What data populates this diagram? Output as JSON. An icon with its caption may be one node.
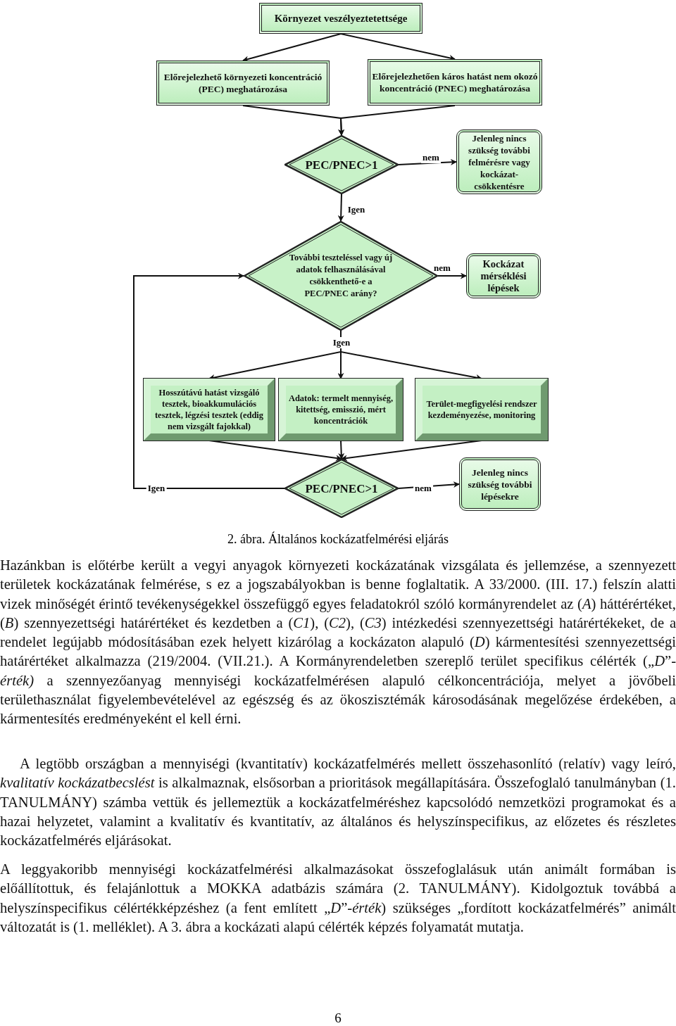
{
  "diagram": {
    "caption": "2. ábra. Általános kockázatfelmérési eljárás",
    "nodes": [
      {
        "text": [
          "Környezet veszélyeztetettsége"
        ]
      },
      {
        "text": [
          "Előrejelezhető környezeti koncentráció (PEC) meghatározása"
        ]
      },
      {
        "text": [
          "Előrejelezhetően káros hatást nem okozó koncentráció (PNEC) meghatározása"
        ]
      },
      {
        "text": [
          "PEC/PNEC>1"
        ]
      },
      {
        "text": [
          "Jelenleg nincs szükség további felmérésre vagy kockázat-csökkentésre"
        ]
      },
      {
        "text": [
          "További teszteléssel vagy új adatok felhasználásával csökkenthető-e a PEC/PNEC arány?"
        ]
      },
      {
        "text": [
          "Kockázat mérséklési lépések"
        ]
      },
      {
        "text": [
          "Hosszútávú hatást vizsgáló tesztek, bioakkumulációs tesztek, légzési tesztek (eddig nem vizsgált fajokkal)"
        ]
      },
      {
        "text": [
          "Adatok: termelt mennyiség, kitettség, emisszió, mért koncentrációk"
        ]
      },
      {
        "text": [
          "Terület-megfigyelési rendszer kezdeményezése, monitoring"
        ]
      },
      {
        "text": [
          "PEC/PNEC>1"
        ]
      },
      {
        "text": [
          "Jelenleg nincs szükség további lépésekre"
        ]
      }
    ],
    "edges": [
      {
        "from": 0,
        "to": 1,
        "arrow": "to"
      },
      {
        "from": 0,
        "to": 2,
        "arrow": "to"
      },
      {
        "from": 1,
        "to": 3,
        "arrow": "to"
      },
      {
        "from": 2,
        "to": 3,
        "arrow": "to"
      },
      {
        "from": 3,
        "to": 4,
        "arrow": "to",
        "label": "nem"
      },
      {
        "from": 3,
        "to": 5,
        "arrow": "to",
        "label": "Igen"
      },
      {
        "from": 5,
        "to": 6,
        "arrow": "to",
        "label": "nem"
      },
      {
        "from": 5,
        "to": 7,
        "arrow": "to"
      },
      {
        "from": 5,
        "to": 8,
        "arrow": "to",
        "label": "Igen"
      },
      {
        "from": 5,
        "to": 9,
        "arrow": "to"
      },
      {
        "from": 7,
        "to": 10,
        "arrow": "to"
      },
      {
        "from": 8,
        "to": 10,
        "arrow": "to"
      },
      {
        "from": 9,
        "to": 10,
        "arrow": "to"
      },
      {
        "from": 10,
        "to": 11,
        "arrow": "to",
        "label": "nem"
      },
      {
        "from": 10,
        "to": 5,
        "arrow": "to",
        "label": "Igen"
      }
    ],
    "labels": [
      "Hazánkban is előtérbe került a vegyi anyagok környezeti kockázatának vizsgálata és jellemzése, a szennyezett területek kockázatának felmérése, s ez a jogszabályokban is benne foglaltatik. A 33/2000. (III. 17.) felszín alatti vizek minőségét érintő tevékenységekkel összefüggő egyes feladatokról szóló kormányrendelet az (*A*) háttérértéket, (*B*) szennyezettségi határértéket és kezdetben a (*C1*), (*C2*), (*C3*) intézkedési szennyezettségi határértékeket, de a rendelet legújabb módosításában ezek helyett kizárólag a kockázaton alapuló (*D*) kármentesítési szennyezettségi határértéket alkalmazza (219/2004. (VII.21.). A Kormányrendeletben szereplő terület specifikus célérték („*D*”*-érték)* a szennyezőanyag mennyiségi kockázatfelmérésen alapuló célkoncentrációja, melyet a jövőbeli területhasználat figyelembevételével az egészség és az ökoszisztémák károsodásának megelőzése érdekében, a kármentesítés eredményeként el kell érni.",
      "A legtöbb országban a mennyiségi (kvantitatív) kockázatfelmérés mellett összehasonlító (relatív) vagy leíró, *kvalitatív kockázatbecslést* is alkalmaznak, elsősorban a prioritások megállapítására. Összefoglaló tanulmányban (1. TANULMÁNY) számba vettük és jellemeztük a kockázatfelméréshez kapcsolódó nemzetközi programokat és a hazai helyzetet, valamint a kvalitatív és kvantitatív, az általános és helyszínspecifikus, az előzetes és részletes kockázatfelmérés eljárásokat.",
      "A leggyakoribb mennyiségi kockázatfelmérési alkalmazásokat összefoglalásuk után animált formában is előállítottuk, és felajánlottuk a MOKKA adatbázis számára (2. TANULMÁNY). Kidolgoztuk továbbá a helyszínspecifikus célértékképzéshez (a fent említett „*D*”*-érték*) szükséges „fordított kockázatfelmérés” animált változatát is (1. melléklet). A 3. ábra a kockázati alapú célérték képzés folyamatát mutatja.",
      "6"
    ]
  }
}
